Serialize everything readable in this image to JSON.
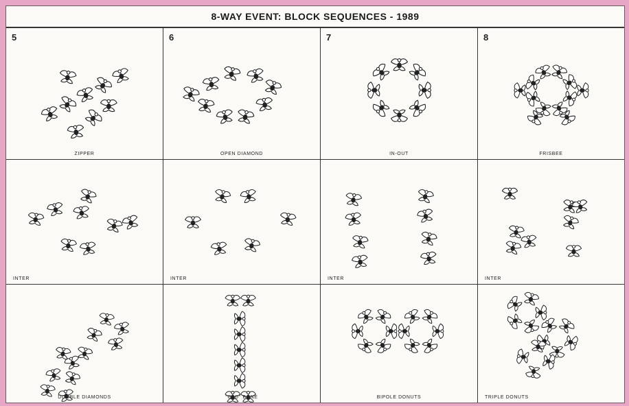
{
  "title": "8-WAY EVENT:  BLOCK SEQUENCES - 1989",
  "columns": [
    "5",
    "6",
    "7",
    "8"
  ],
  "rows": [
    [
      "ZIPPER",
      "OPEN DIAMOND",
      "IN-OUT",
      "FRISBEE"
    ],
    [
      "INTER",
      "INTER",
      "INTER",
      "INTER"
    ],
    [
      "DOUBLE DIAMONDS",
      "\"OLD\" BONE",
      "BIPOLE DONUTS",
      "TRIPLE DONUTS"
    ]
  ],
  "icons": {
    "figure": "skydiver-figure-icon"
  },
  "colors": {
    "page_background": "#e7a6c6",
    "sheet": "#fbfaf6",
    "ink": "#222222"
  }
}
